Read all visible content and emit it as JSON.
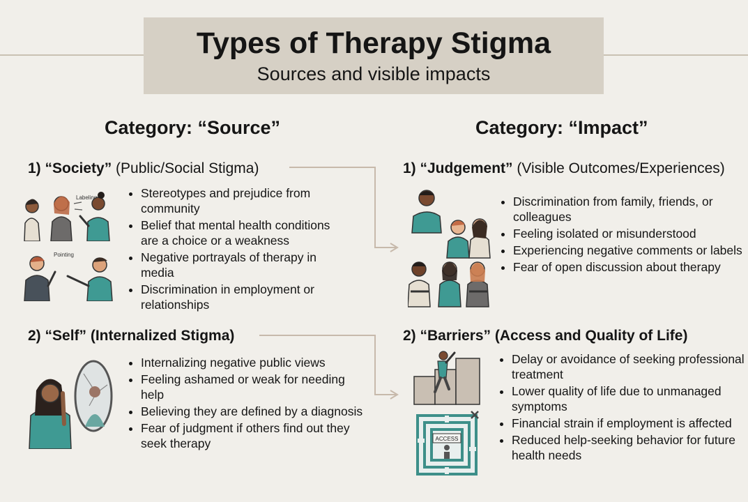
{
  "header": {
    "title": "Types of Therapy Stigma",
    "subtitle": "Sources and visible impacts"
  },
  "source": {
    "category": "Category: “Source”",
    "society": {
      "label": "1) “Society”",
      "note": " (Public/Social Stigma)",
      "tag_labeling": "Labeling",
      "tag_pointing": "Pointing",
      "bullets": [
        "Stereotypes and prejudice from community",
        "Belief that mental health conditions are a choice or a weakness",
        "Negative portrayals of therapy in media",
        "Discrimination in employment or relationships"
      ]
    },
    "self": {
      "label": "2) “Self” (Internalized Stigma)",
      "bullets": [
        "Internalizing negative public views",
        "Feeling ashamed or weak for needing help",
        "Believing they are defined by a diagnosis",
        "Fear of judgment if others find out they seek therapy"
      ]
    }
  },
  "impact": {
    "category": "Category: “Impact”",
    "judgement": {
      "label": "1) “Judgement”",
      "note": " (Visible Outcomes/Experiences)",
      "bullets": [
        "Discrimination from family, friends, or colleagues",
        "Feeling isolated or misunderstood",
        "Experiencing negative comments or labels",
        "Fear of open discussion about therapy"
      ]
    },
    "barriers": {
      "label": "2) “Barriers” (Access and Quality of Life)",
      "tag_access": "ACCESS",
      "bullets": [
        "Delay or avoidance of seeking professional treatment",
        "Lower quality of life due to unmanaged symptoms",
        "Financial strain if employment is affected",
        "Reduced help-seeking behavior for future health needs"
      ]
    }
  },
  "colors": {
    "background": "#f1efea",
    "title_box": "#d6d0c5",
    "connector": "#c7b9ab",
    "teal_shirt": "#3f9a93",
    "gray_shirt": "#6d6b6a"
  }
}
